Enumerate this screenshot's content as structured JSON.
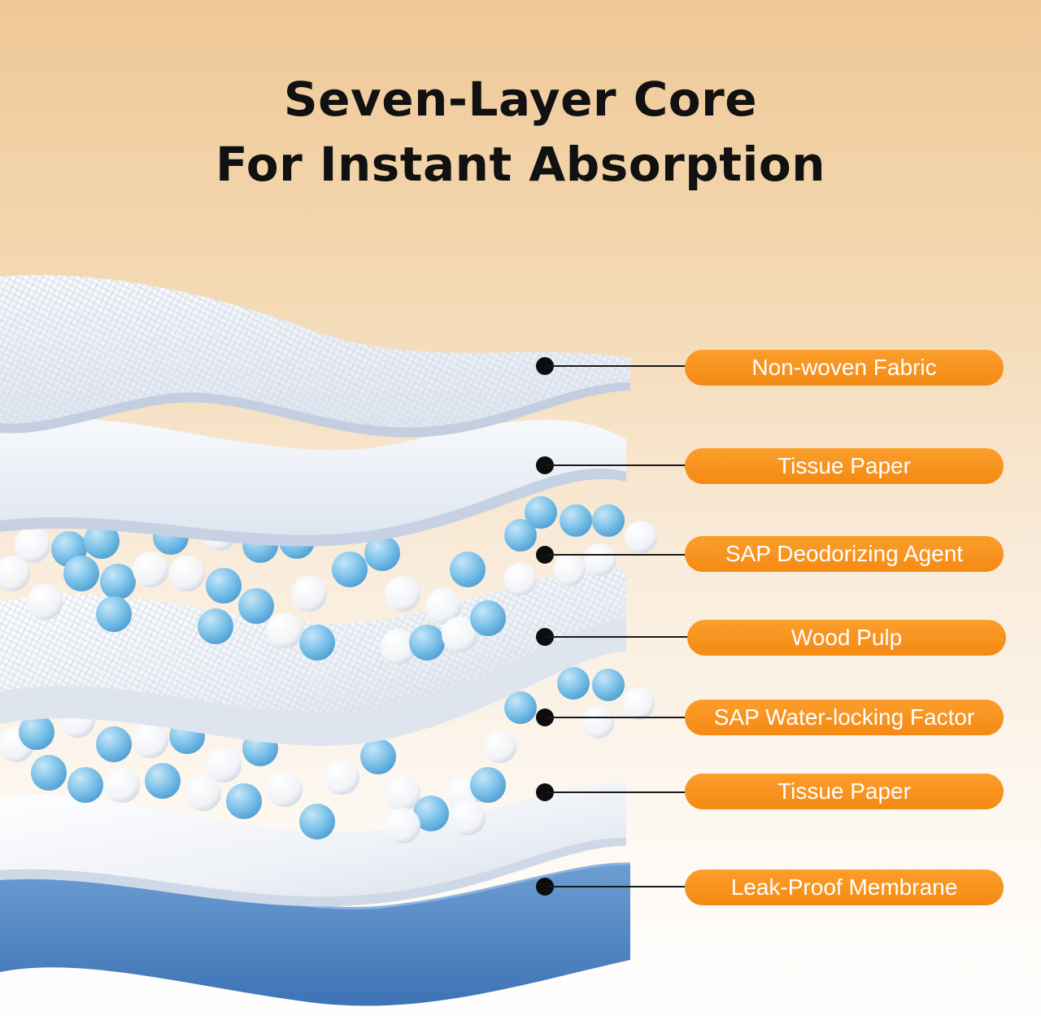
{
  "title": {
    "line1": "Seven-Layer Core",
    "line2": "For Instant Absorption"
  },
  "layers": [
    {
      "label": "Non-woven Fabric",
      "dot_icon": "callout-dot"
    },
    {
      "label": "Tissue Paper",
      "dot_icon": "callout-dot"
    },
    {
      "label": "SAP Deodorizing Agent",
      "dot_icon": "callout-dot"
    },
    {
      "label": "Wood Pulp",
      "dot_icon": "callout-dot"
    },
    {
      "label": "SAP Water-locking Factor",
      "dot_icon": "callout-dot"
    },
    {
      "label": "Tissue Paper",
      "dot_icon": "callout-dot"
    },
    {
      "label": "Leak-Proof Membrane",
      "dot_icon": "callout-dot"
    }
  ],
  "colors": {
    "accent_orange": "#f48a14",
    "bead_blue": "#7ec3ea",
    "bead_white": "#ffffff",
    "membrane_blue": "#4a84c4",
    "sheet_white": "#f4f6fa"
  }
}
